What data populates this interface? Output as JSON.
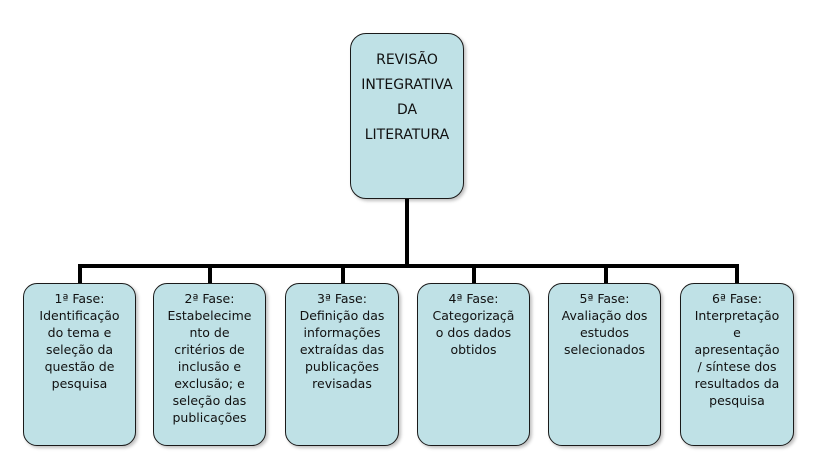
{
  "root": {
    "lines": [
      "REVISÃO",
      "INTEGRATIVA",
      "DA",
      "LITERATURA"
    ]
  },
  "phases": [
    {
      "lines": [
        "1ª Fase:",
        "Identificação",
        "do tema e",
        "seleção da",
        "questão de",
        "pesquisa"
      ]
    },
    {
      "lines": [
        "2ª Fase:",
        "Estabelecime",
        "nto de",
        "critérios de",
        "inclusão e",
        "exclusão; e",
        "seleção das",
        "publicações"
      ]
    },
    {
      "lines": [
        "3ª Fase:",
        "Definição das",
        "informações",
        "extraídas das",
        "publicações",
        "revisadas"
      ]
    },
    {
      "lines": [
        "4ª Fase:",
        "Categorizaçã",
        "o dos dados",
        "obtidos"
      ]
    },
    {
      "lines": [
        "5ª Fase:",
        "Avaliação dos",
        "estudos",
        "selecionados"
      ]
    },
    {
      "lines": [
        "6ª Fase:",
        "Interpretação",
        "e",
        "apresentação",
        "/ síntese dos",
        "resultados da",
        "pesquisa"
      ]
    }
  ],
  "colors": {
    "node_fill": "#bfe1e6",
    "node_border": "#1a1a1a",
    "connector": "#000000"
  }
}
